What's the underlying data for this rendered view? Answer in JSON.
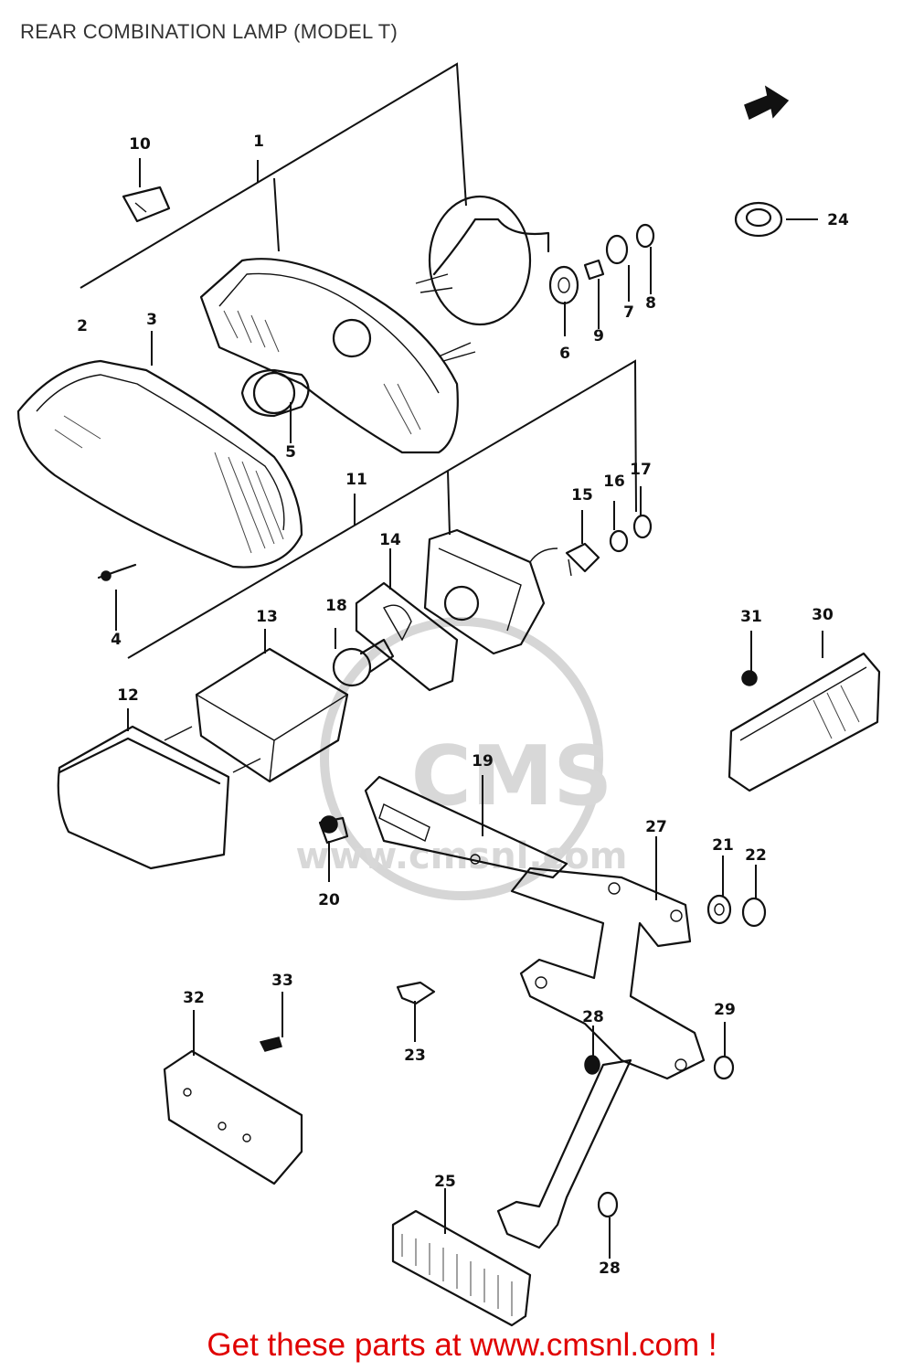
{
  "title": "REAR COMBINATION LAMP (MODEL T)",
  "footer": "Get these parts at www.cmsnl.com !",
  "watermark": {
    "brand": "CMS",
    "url": "www.cmsnl.com"
  },
  "part_numbers": [
    "1",
    "2",
    "3",
    "4",
    "5",
    "6",
    "7",
    "8",
    "9",
    "10",
    "11",
    "12",
    "13",
    "14",
    "15",
    "16",
    "17",
    "18",
    "19",
    "20",
    "21",
    "22",
    "23",
    "24",
    "25",
    "27",
    "28",
    "29",
    "30",
    "31",
    "32",
    "33"
  ],
  "icons": {
    "front_direction": "arrow-icon"
  },
  "colors": {
    "footer": "#e00000",
    "ink": "#111111",
    "watermark": "#d6d6d6"
  }
}
